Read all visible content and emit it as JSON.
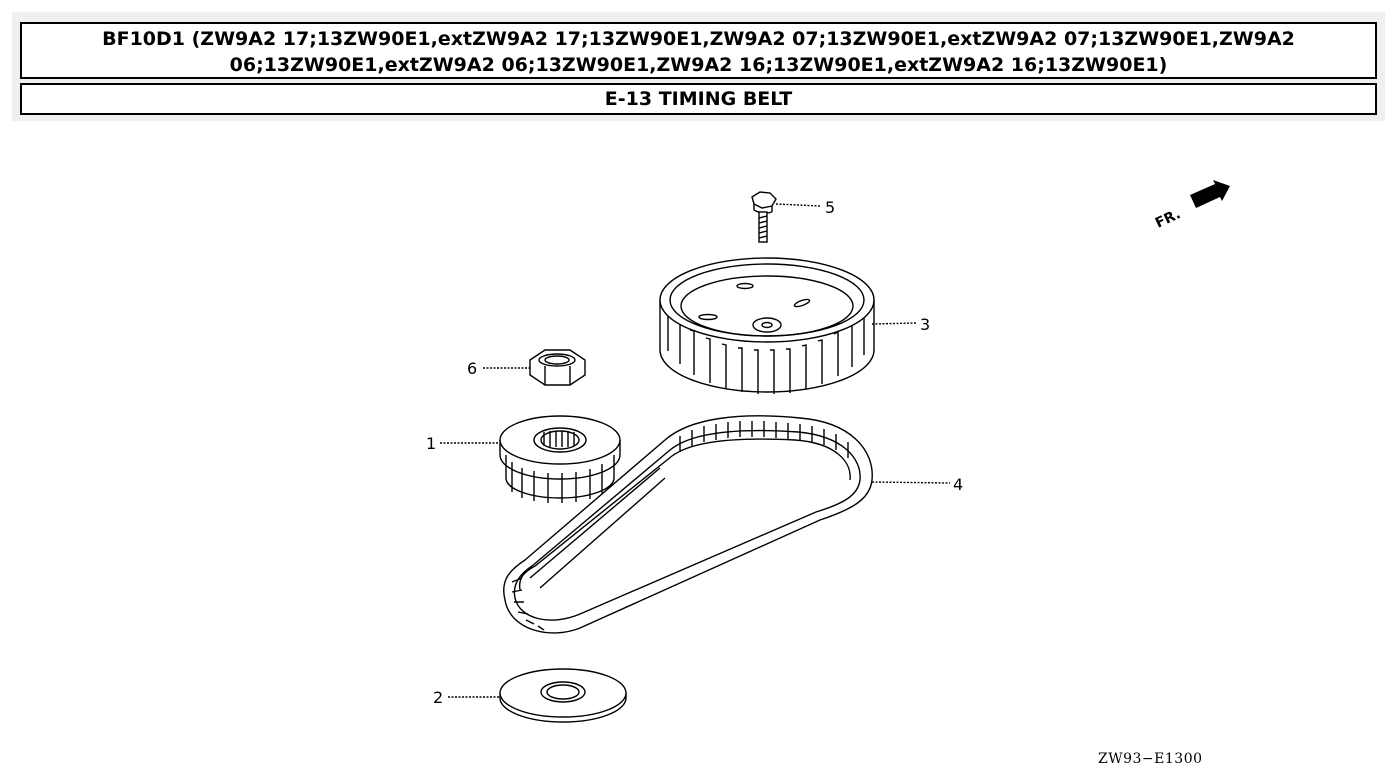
{
  "header": {
    "title": "BF10D1 (ZW9A2 17;13ZW90E1,extZW9A2 17;13ZW90E1,ZW9A2 07;13ZW90E1,extZW9A2 07;13ZW90E1,ZW9A2 06;13ZW90E1,extZW9A2 06;13ZW90E1,ZW9A2 16;13ZW90E1,extZW9A2 16;13ZW90E1)",
    "section": "E-13 TIMING BELT"
  },
  "diagram": {
    "callouts": {
      "p1": "1",
      "p2": "2",
      "p3": "3",
      "p4": "4",
      "p5": "5",
      "p6": "6"
    },
    "front_marker": "FR.",
    "drawing_code": "ZW93−E1300"
  }
}
